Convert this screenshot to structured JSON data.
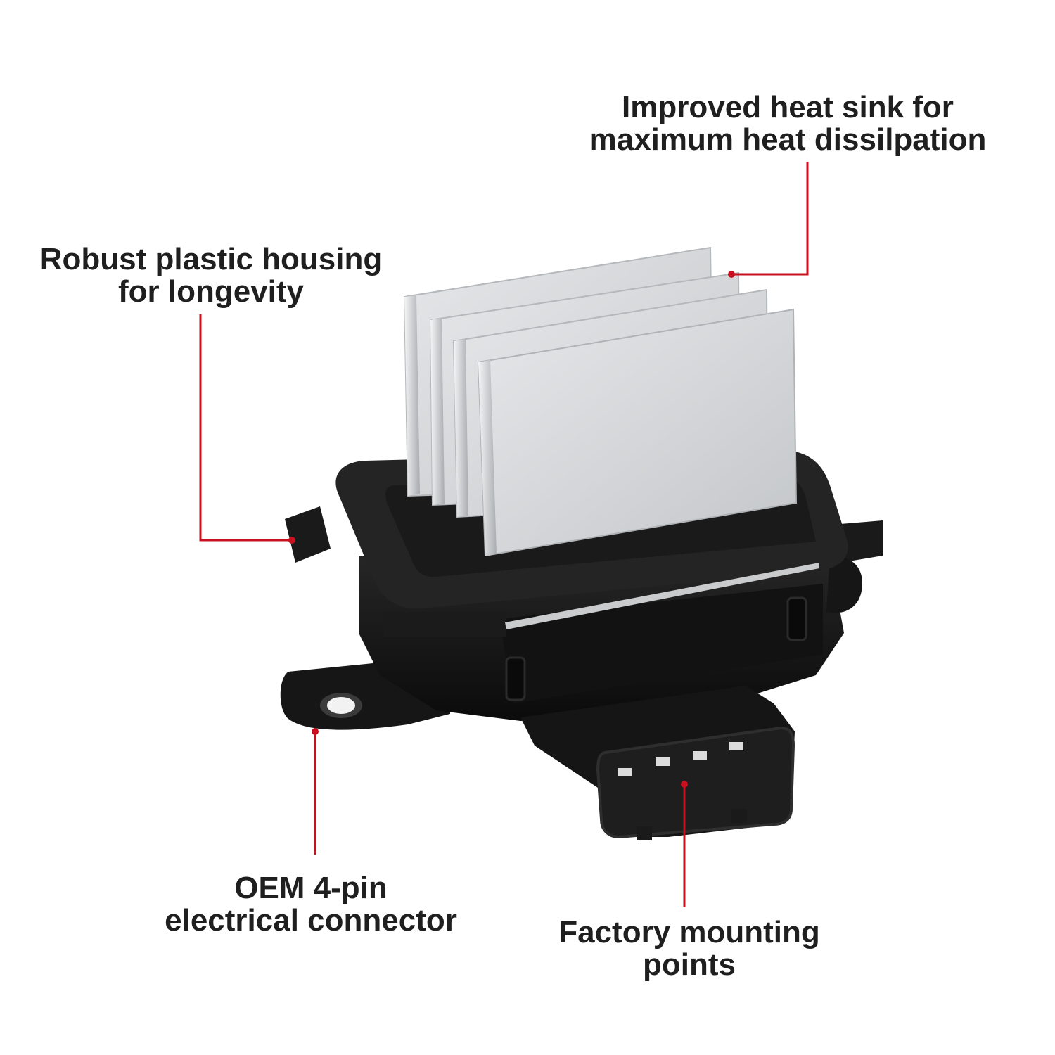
{
  "callouts": {
    "heat_sink": {
      "line1": "Improved heat sink for",
      "line2": "maximum heat dissilpation"
    },
    "housing": {
      "line1": "Robust plastic housing",
      "line2": "for longevity"
    },
    "connector": {
      "line1": "OEM 4-pin",
      "line2": "electrical connector"
    },
    "mounting": {
      "line1": "Factory mounting",
      "line2": "points"
    }
  },
  "colors": {
    "leader_line": "#c8101e",
    "callout_text": "#1f1f1f",
    "heat_sink_fin": "#d4d6d8",
    "housing": "#141414",
    "gasket": "#232323"
  },
  "icons": {
    "product": "blower-motor-resistor-illustration"
  }
}
